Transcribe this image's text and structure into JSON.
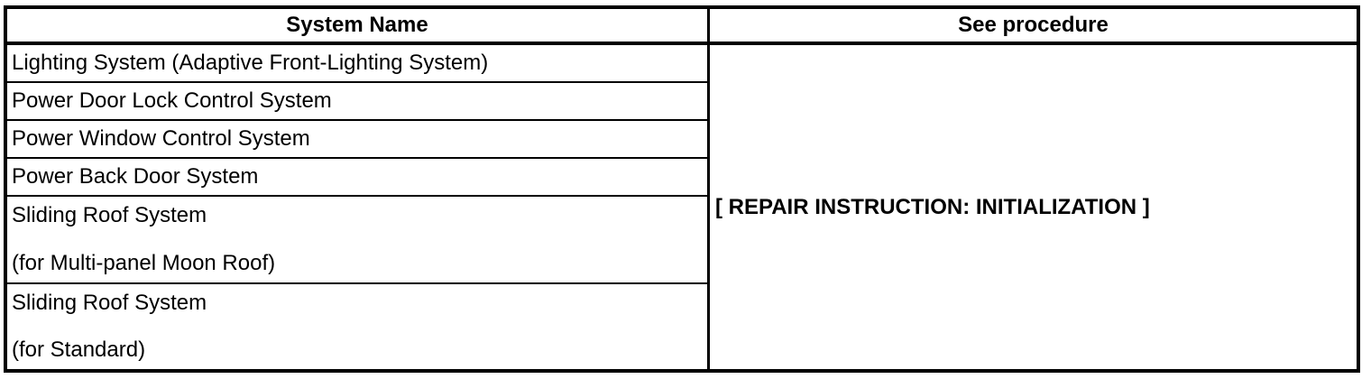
{
  "table": {
    "headers": {
      "system_name": "System Name",
      "see_procedure": "See procedure"
    },
    "rows": [
      {
        "system": "Lighting System (Adaptive Front-Lighting System)"
      },
      {
        "system": "Power Door Lock Control System"
      },
      {
        "system": "Power Window Control System"
      },
      {
        "system": "Power Back Door System"
      },
      {
        "system": "Sliding Roof System",
        "variant": "(for Multi-panel Moon Roof)"
      },
      {
        "system": "Sliding Roof System",
        "variant": "(for Standard)"
      }
    ],
    "procedure": "[ REPAIR INSTRUCTION: INITIALIZATION ]"
  },
  "colors": {
    "border": "#000000",
    "text": "#000000",
    "background": "#ffffff"
  }
}
